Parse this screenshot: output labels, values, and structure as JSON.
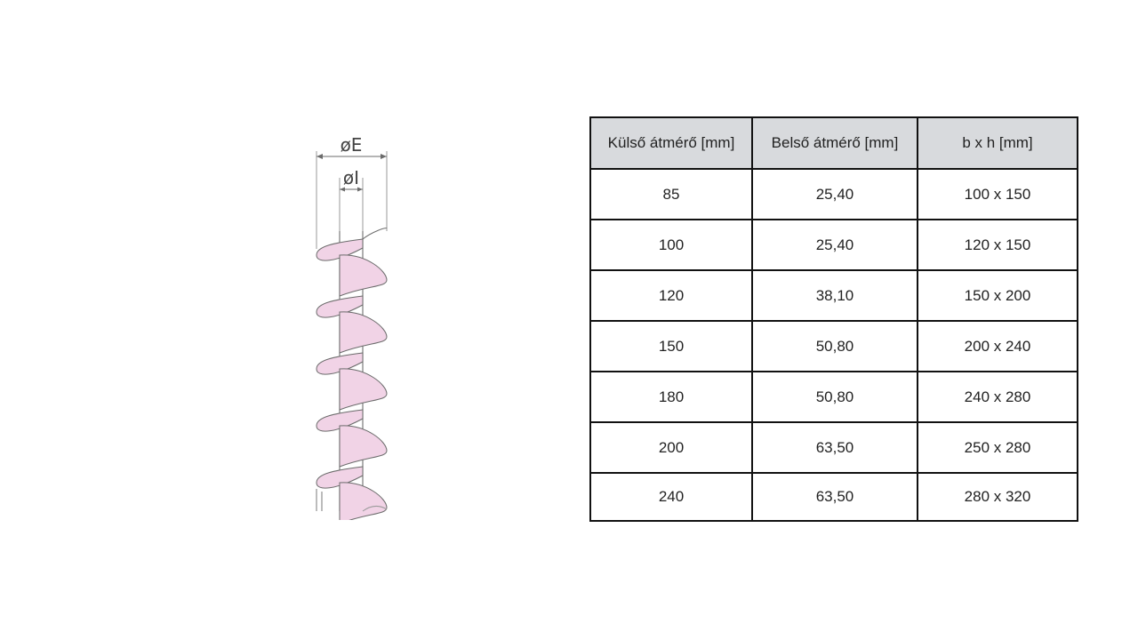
{
  "diagram": {
    "outer_label": "øE",
    "inner_label": "øI",
    "flight_fill": "#f1d3e6",
    "line_color": "#6b6b6b"
  },
  "table": {
    "header_bg": "#d8dadd",
    "headers": [
      "Külső átmérő [mm]",
      "Belső átmérő [mm]",
      "b x h [mm]"
    ],
    "rows": [
      [
        "85",
        "25,40",
        "100 x 150"
      ],
      [
        "100",
        "25,40",
        "120 x 150"
      ],
      [
        "120",
        "38,10",
        "150 x 200"
      ],
      [
        "150",
        "50,80",
        "200 x 240"
      ],
      [
        "180",
        "50,80",
        "240 x 280"
      ],
      [
        "200",
        "63,50",
        "250 x 280"
      ],
      [
        "240",
        "63,50",
        "280 x 320"
      ]
    ]
  }
}
